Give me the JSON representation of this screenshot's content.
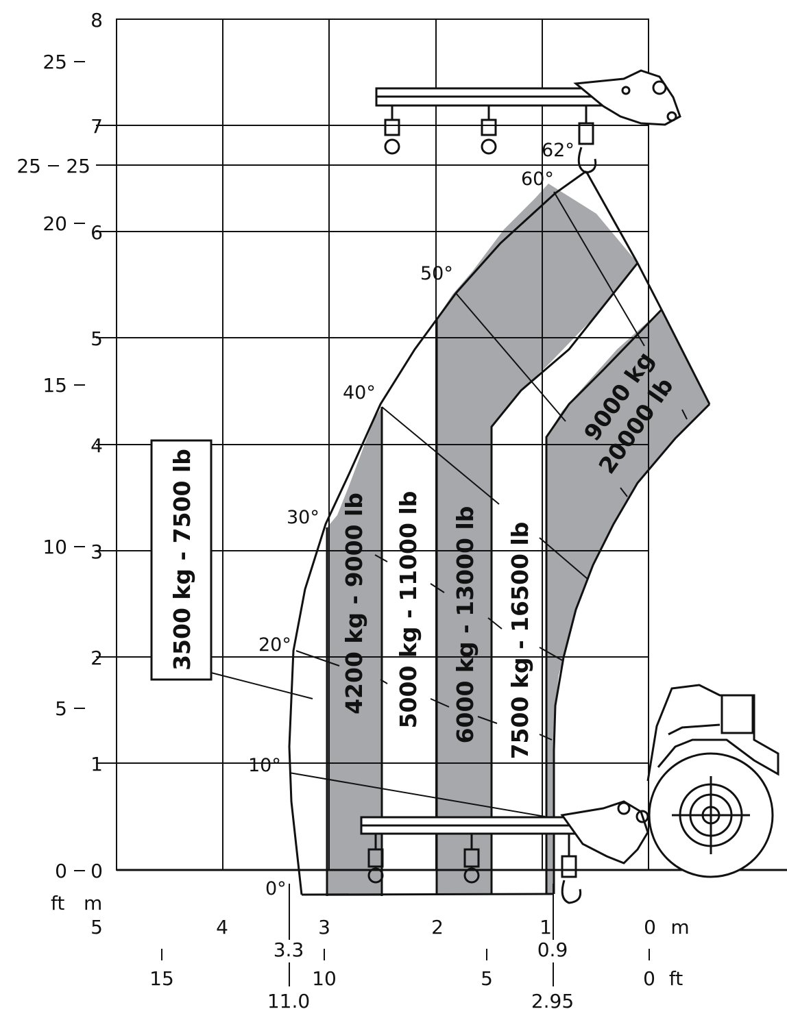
{
  "chart_data": {
    "type": "load-chart",
    "y_axis_m": {
      "range": [
        0,
        8
      ],
      "ticks": [
        "0",
        "1",
        "2",
        "3",
        "4",
        "5",
        "6",
        "7",
        "8"
      ]
    },
    "y_axis_ft": {
      "ticks": [
        "0",
        "5",
        "10",
        "15",
        "20",
        "25",
        "25"
      ]
    },
    "y_marker_m": "25",
    "y_unit_labels": {
      "ft": "ft",
      "m": "m"
    },
    "x_axis_m": {
      "ticks": [
        "5",
        "4",
        "3",
        "2",
        "1",
        "0"
      ],
      "unit": "m"
    },
    "x_axis_ft": {
      "ticks": [
        "15",
        "10",
        "5",
        "0"
      ],
      "unit": "ft"
    },
    "x_markers": [
      {
        "m": "3.3",
        "ft": "11.0"
      },
      {
        "m": "0.9",
        "ft": "2.95"
      }
    ],
    "boom_angles": [
      "0°",
      "10°",
      "20°",
      "30°",
      "40°",
      "50°",
      "60°",
      "62°"
    ],
    "load_zones": [
      {
        "label": "3500 kg - 7500 lb",
        "kg": 3500,
        "lb": 7500
      },
      {
        "label": "4200 kg - 9000 lb",
        "kg": 4200,
        "lb": 9000
      },
      {
        "label": "5000 kg - 11000 lb",
        "kg": 5000,
        "lb": 11000
      },
      {
        "label": "6000 kg - 13000 lb",
        "kg": 6000,
        "lb": 13000
      },
      {
        "label": "7500 kg - 16500 lb",
        "kg": 7500,
        "lb": 16500
      },
      {
        "label_kg": "9000 kg",
        "label_lb": "20000 lb",
        "kg": 9000,
        "lb": 20000
      }
    ],
    "colors": {
      "zone_fill": "#a6a8ab",
      "line": "#111111",
      "background": "#ffffff"
    }
  }
}
